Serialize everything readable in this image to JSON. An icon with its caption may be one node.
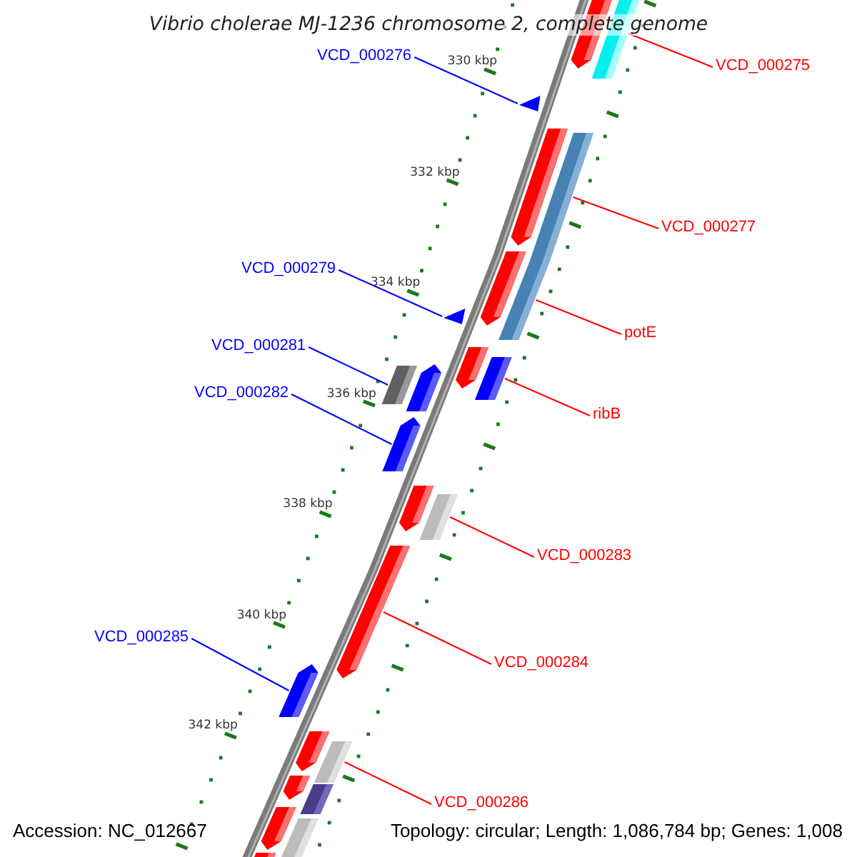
{
  "diagram": {
    "title": "Vibrio cholerae MJ-1236 chromosome 2, complete genome",
    "nodes": [
      {
        "text": [
          "VCD_000275"
        ]
      },
      {
        "text": [
          "VCD_000276"
        ]
      },
      {
        "text": [
          "VCD_000277"
        ]
      },
      {
        "text": [
          "VCD_000279"
        ]
      },
      {
        "text": [
          "potE"
        ]
      },
      {
        "text": [
          "VCD_000281"
        ]
      },
      {
        "text": [
          "VCD_000282"
        ]
      },
      {
        "text": [
          "ribB"
        ]
      },
      {
        "text": [
          "VCD_000283"
        ]
      },
      {
        "text": [
          "VCD_000284"
        ]
      },
      {
        "text": [
          "VCD_000285"
        ]
      },
      {
        "text": [
          "VCD_000286"
        ]
      },
      {
        "text": [],
        "shape": "bar"
      },
      {
        "text": [],
        "shape": "bar"
      },
      {
        "text": [],
        "shape": "bar"
      },
      {
        "text": [],
        "shape": "bar"
      },
      {
        "text": [],
        "shape": "bar"
      },
      {
        "text": [],
        "shape": "bar"
      },
      {
        "text": [],
        "shape": "bar"
      },
      {
        "text": [],
        "shape": "bar"
      },
      {
        "text": [],
        "shape": "bar"
      },
      {
        "text": [],
        "shape": "bar"
      },
      {
        "text": [],
        "shape": "bar"
      },
      {
        "text": [],
        "shape": "bar"
      },
      {
        "text": [],
        "shape": "bar"
      },
      {
        "text": [],
        "shape": "bar"
      },
      {
        "text": [],
        "shape": "bar"
      },
      {
        "text": [],
        "shape": "bar"
      },
      {
        "text": [],
        "shape": "bar"
      },
      {
        "text": [],
        "shape": "bar"
      },
      {
        "text": [],
        "shape": "bar"
      },
      {
        "text": [],
        "shape": "bar"
      },
      {
        "text": [],
        "shape": "bar"
      },
      {
        "text": [],
        "shape": "bar"
      },
      {
        "text": [],
        "shape": "bar"
      },
      {
        "text": [],
        "shape": "bar"
      }
    ],
    "edges": [
      {
        "from": 0,
        "to": 13,
        "arrow": "none"
      },
      {
        "from": 1,
        "to": 14,
        "arrow": "none",
        "color": "#0000ff"
      },
      {
        "from": 2,
        "to": 16,
        "arrow": "none"
      },
      {
        "from": 3,
        "to": 19,
        "arrow": "none",
        "color": "#0000ff"
      },
      {
        "from": 4,
        "to": 18,
        "arrow": "none"
      },
      {
        "from": 5,
        "to": 23,
        "arrow": "none",
        "color": "#0000ff"
      },
      {
        "from": 6,
        "to": 24,
        "arrow": "none",
        "color": "#0000ff"
      },
      {
        "from": 7,
        "to": 21,
        "arrow": "none"
      },
      {
        "from": 8,
        "to": 26,
        "arrow": "none"
      },
      {
        "from": 9,
        "to": 27,
        "arrow": "none"
      },
      {
        "from": 10,
        "to": 28,
        "arrow": "none",
        "color": "#0000ff"
      },
      {
        "from": 11,
        "to": 30,
        "arrow": "none"
      }
    ],
    "labels": [
      "330 kbp",
      "332 kbp",
      "334 kbp",
      "336 kbp",
      "338 kbp",
      "340 kbp",
      "342 kbp",
      "Accession: NC_012667",
      "Topology: circular; Length: 1,086,784 bp; Genes: 1,008"
    ]
  }
}
